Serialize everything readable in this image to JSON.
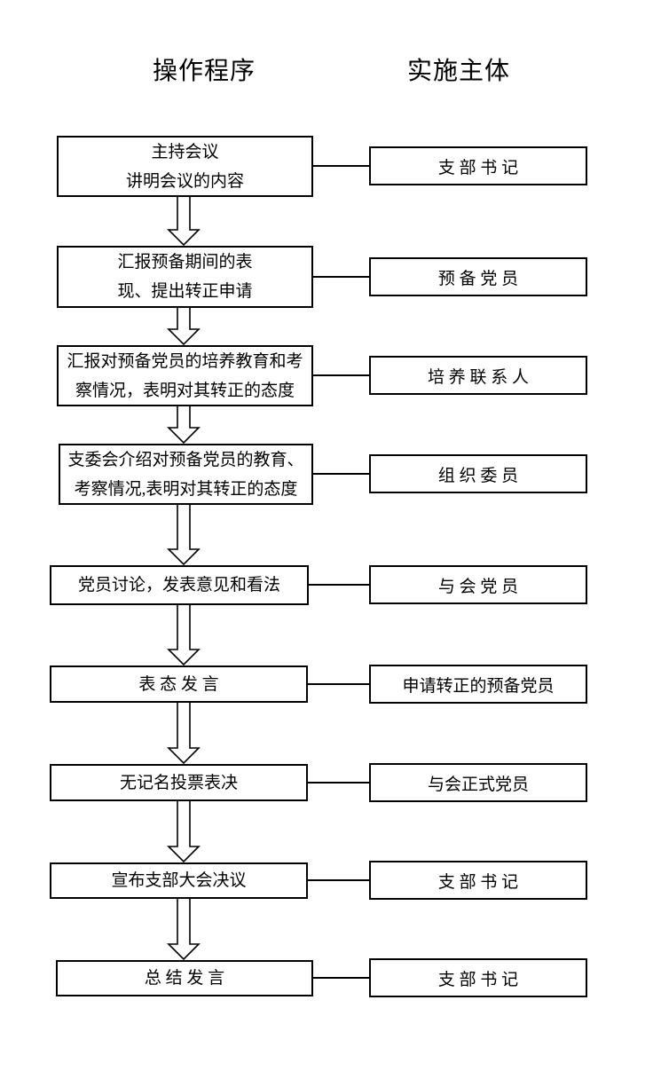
{
  "headers": {
    "left": "操作程序",
    "right": "实施主体"
  },
  "colors": {
    "line": "#000000",
    "background": "#ffffff"
  },
  "rows": [
    {
      "step": "主持会议\n讲明会议的内容",
      "actor": "支 部 书 记"
    },
    {
      "step": "汇报预备期间的表\n现、提出转正申请",
      "actor": "预 备 党 员"
    },
    {
      "step": "汇报对预备党员的培养教育和考\n察情况，表明对其转正的态度",
      "actor": "培 养 联 系 人"
    },
    {
      "step": "支委会介绍对预备党员的教育、\n考察情况,表明对其转正的态度",
      "actor": "组 织 委 员"
    },
    {
      "step": "党员讨论，发表意见和看法",
      "actor": "与 会 党 员"
    },
    {
      "step": "表 态 发 言",
      "actor": "申请转正的预备党员"
    },
    {
      "step": "无记名投票表决",
      "actor": "与会正式党员"
    },
    {
      "step": "宣布支部大会决议",
      "actor": "支 部 书 记"
    },
    {
      "step": "总 结 发 言",
      "actor": "支 部 书 记"
    }
  ]
}
